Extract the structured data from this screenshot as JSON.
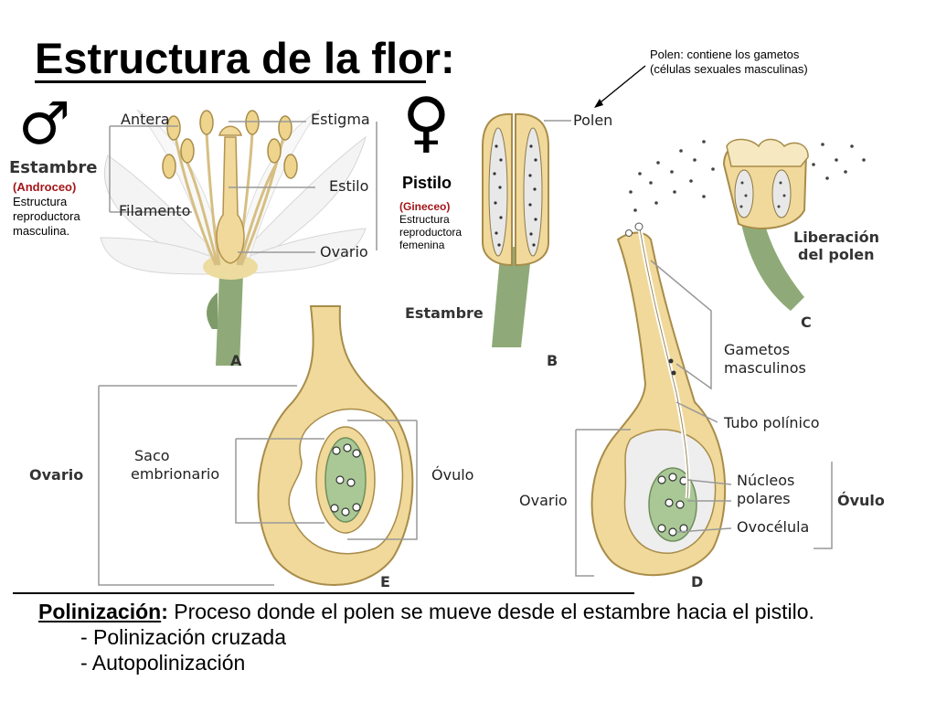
{
  "title": "Estructura de la flor",
  "title_colon": ":",
  "pollen_note": {
    "line1": "Polen: contiene los gametos",
    "line2": "(células sexuales masculinas)"
  },
  "male": {
    "symbol": "♂",
    "heading": "Estambre",
    "group": "(Androceo)",
    "desc1": "Estructura",
    "desc2": "reproductora",
    "desc3": "masculina."
  },
  "female": {
    "symbol": "♀",
    "heading": "Pistilo",
    "group": "(Gineceo)",
    "desc1": "Estructura",
    "desc2": "reproductora",
    "desc3": "femenina"
  },
  "figA": {
    "antera": "Antera",
    "filamento": "Filamento",
    "estigma": "Estigma",
    "estilo": "Estilo",
    "ovario": "Ovario",
    "letter": "A"
  },
  "figB": {
    "polen": "Polen",
    "estambre": "Estambre",
    "letter": "B"
  },
  "figC": {
    "liberacion1": "Liberación",
    "liberacion2": "del polen",
    "letter": "C"
  },
  "figD": {
    "gametos1": "Gametos",
    "gametos2": "masculinos",
    "tubo": "Tubo polínico",
    "nucleos1": "Núcleos",
    "nucleos2": "polares",
    "ovocelula": "Ovocélula",
    "ovario": "Ovario",
    "ovulo": "Óvulo",
    "letter": "D"
  },
  "figE": {
    "ovario": "Ovario",
    "saco1": "Saco",
    "saco2": "embrionario",
    "ovulo": "Óvulo",
    "letter": "E"
  },
  "pollination": {
    "term": "Polinización",
    "colon": ":",
    "definition": " Proceso donde el polen se mueve desde el estambre hacia el pistilo.",
    "type1": "- Polinización cruzada",
    "type2": "- Autopolinización"
  },
  "colors": {
    "tissue": "#f3dfa6",
    "tissue_stroke": "#b89a55",
    "stem": "#8faa78",
    "embryo": "#a9c896",
    "petal": "#f1f1f1",
    "accent_red": "#a3161a"
  }
}
